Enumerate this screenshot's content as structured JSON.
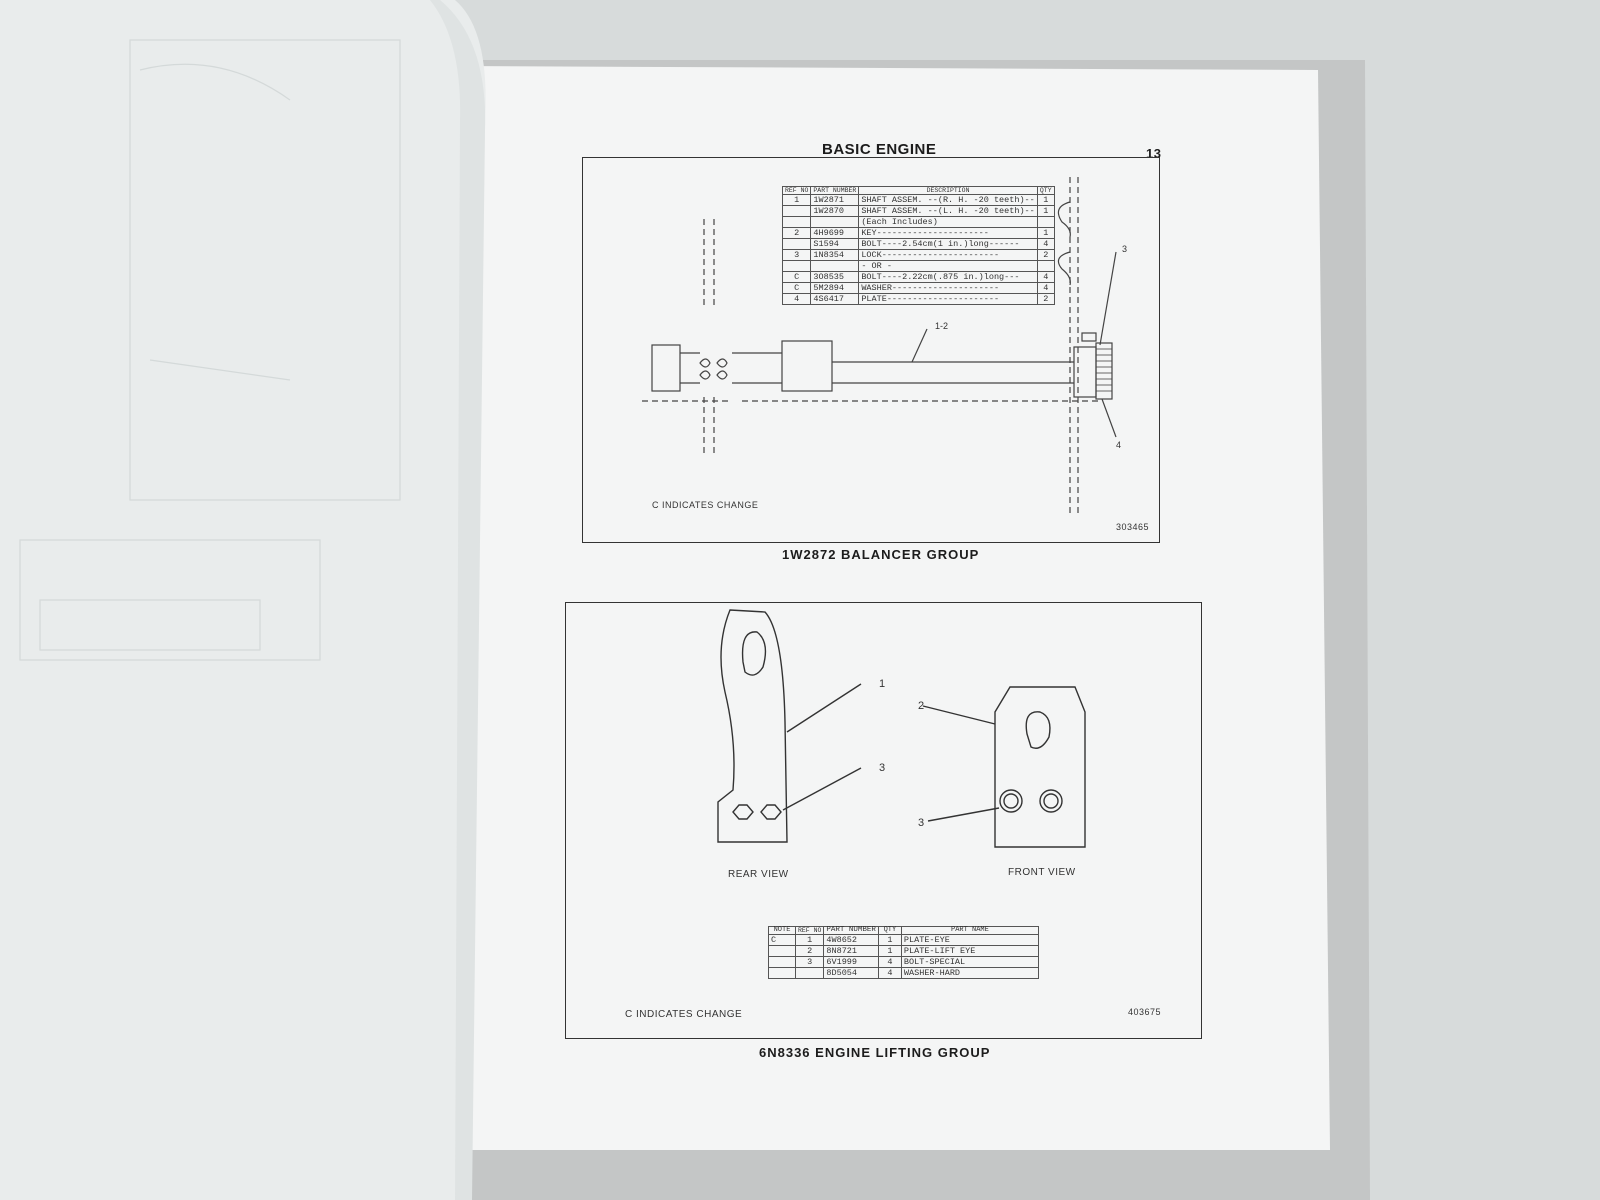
{
  "page": {
    "header": "BASIC ENGINE",
    "page_number": "13"
  },
  "balancer": {
    "caption": "1W2872 BALANCER GROUP",
    "indicates": "C INDICATES CHANGE",
    "figure_number": "303465",
    "callouts": {
      "shaft": "1-2",
      "lock": "3",
      "plate": "4"
    },
    "columns": [
      "REF NO",
      "PART NUMBER",
      "DESCRIPTION",
      "QTY"
    ],
    "rows": [
      {
        "note": "",
        "ref": "1",
        "part": "1W2871",
        "desc": "SHAFT ASSEM. --(R. H. -20 teeth)--",
        "qty": "1"
      },
      {
        "note": "",
        "ref": "",
        "part": "1W2870",
        "desc": "SHAFT ASSEM. --(L. H. -20 teeth)--",
        "qty": "1"
      },
      {
        "note": "",
        "ref": "",
        "part": "",
        "desc": "(Each Includes)",
        "qty": ""
      },
      {
        "note": "",
        "ref": "2",
        "part": "4H9699",
        "desc": "KEY----------------------",
        "qty": "1"
      },
      {
        "note": "",
        "ref": "",
        "part": "S1594",
        "desc": "BOLT----2.54cm(1 in.)long------",
        "qty": "4"
      },
      {
        "note": "",
        "ref": "3",
        "part": "1N8354",
        "desc": "LOCK-----------------------",
        "qty": "2"
      },
      {
        "note": "",
        "ref": "",
        "part": "",
        "desc": "- OR -",
        "qty": ""
      },
      {
        "note": "C",
        "ref": "",
        "part": "3O8535",
        "desc": "BOLT----2.22cm(.875 in.)long---",
        "qty": "4"
      },
      {
        "note": "C",
        "ref": "",
        "part": "5M2894",
        "desc": "WASHER---------------------",
        "qty": "4"
      },
      {
        "note": "",
        "ref": "4",
        "part": "4S6417",
        "desc": "PLATE----------------------",
        "qty": "2"
      }
    ]
  },
  "lifting": {
    "caption": "6N8336 ENGINE LIFTING GROUP",
    "indicates": "C   INDICATES CHANGE",
    "figure_number": "403675",
    "rear_view": "REAR VIEW",
    "front_view": "FRONT VIEW",
    "callouts": {
      "plate_eye": "1",
      "lift_eye": "2",
      "bolt_rear": "3",
      "bolt_front": "3"
    },
    "columns": [
      "NOTE",
      "REF NO",
      "PART NUMBER",
      "QTY",
      "PART NAME"
    ],
    "rows": [
      {
        "note": "C",
        "ref": "1",
        "part": "4W8652",
        "qty": "1",
        "name": "PLATE-EYE"
      },
      {
        "note": "",
        "ref": "2",
        "part": "8N8721",
        "qty": "1",
        "name": "PLATE-LIFT EYE"
      },
      {
        "note": "",
        "ref": "3",
        "part": "6V1999",
        "qty": "4",
        "name": "BOLT-SPECIAL"
      },
      {
        "note": "",
        "ref": "",
        "part": "8D5054",
        "qty": "4",
        "name": "WASHER-HARD"
      }
    ]
  }
}
